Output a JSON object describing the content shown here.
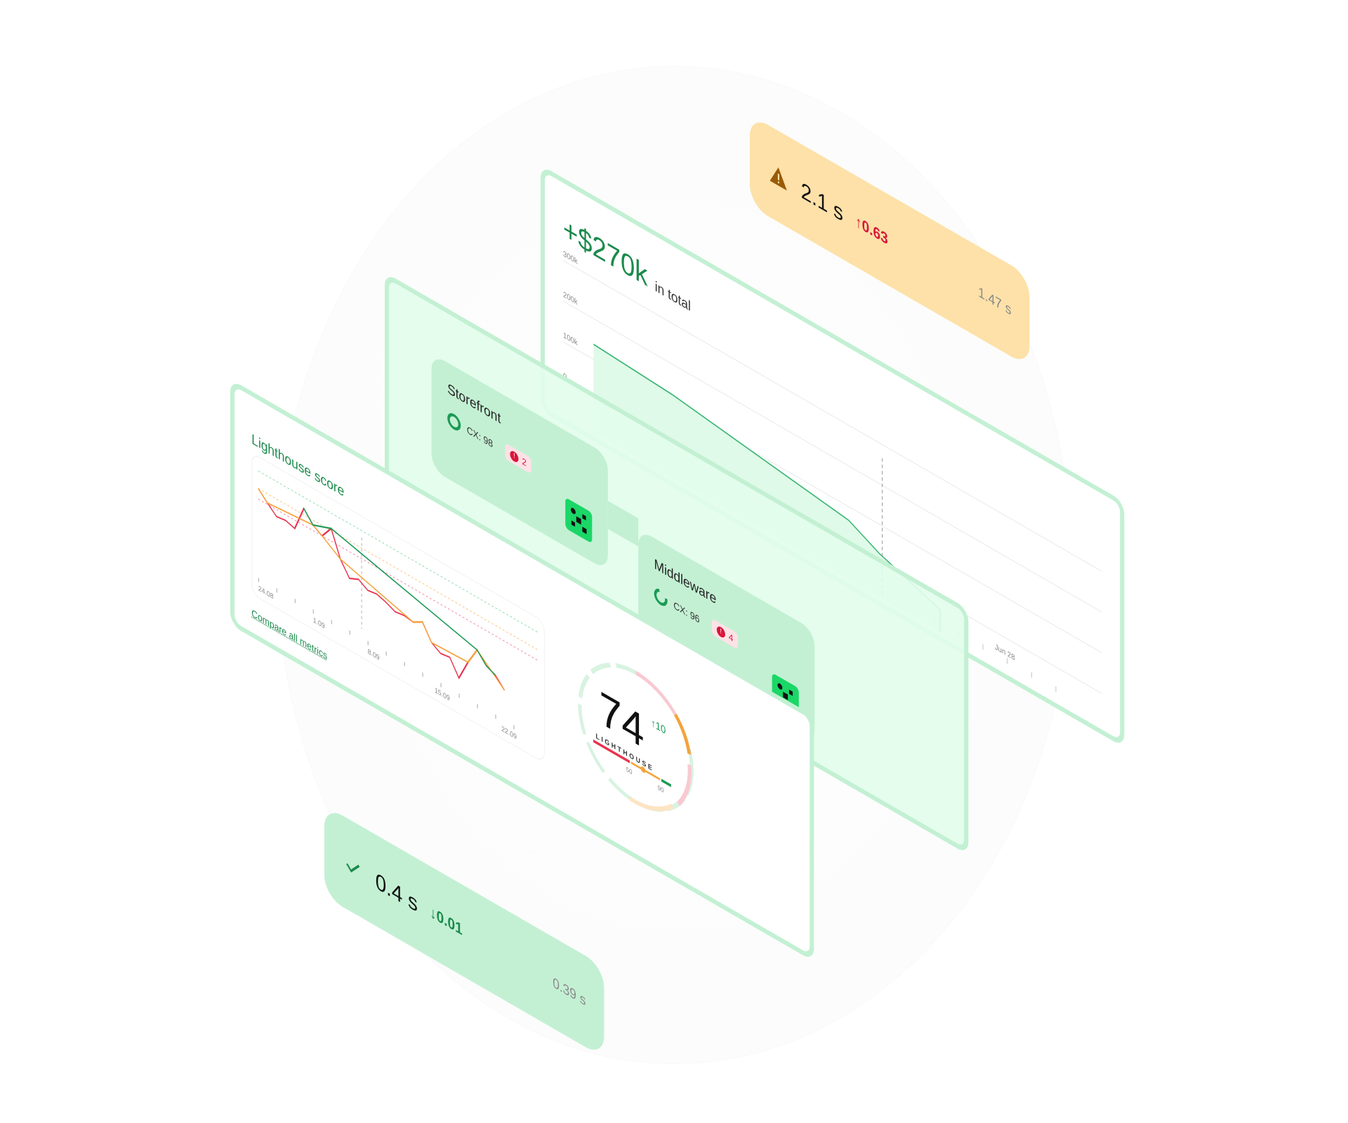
{
  "warning_metric": {
    "icon": "warning-triangle-icon",
    "value": "2.1 s",
    "change": "↑0.63",
    "baseline": "1.47 s",
    "colors": {
      "bg": "#fde1a8",
      "change": "#d8173b",
      "icon": "#9a5a05"
    }
  },
  "revenue_panel": {
    "headline": "+$270k",
    "headline_suffix": "in total",
    "y_ticks": [
      "300k",
      "200k",
      "100k",
      "0"
    ],
    "x_label": "Jun 28"
  },
  "services": [
    {
      "name": "Storefront",
      "cx_label": "CX: 98",
      "issues": "2",
      "icon": "grid-logo-icon"
    },
    {
      "name": "Middleware",
      "cx_label": "CX: 96",
      "issues": "4",
      "icon": "grid-logo-icon"
    }
  ],
  "lighthouse_panel": {
    "title": "Lighthouse score",
    "x_labels": [
      "24.08",
      "1.09",
      "8.09",
      "15.09",
      "22.09"
    ],
    "link": "Compare all metrics"
  },
  "lighthouse_gauge": {
    "score": "74",
    "delta": "↑10",
    "label": "LIGHTHOUSE",
    "threshold_low": "50",
    "threshold_high": "90"
  },
  "success_metric": {
    "icon": "checkmark-icon",
    "value": "0.4 s",
    "change": "↓0.01",
    "baseline": "0.39 s",
    "colors": {
      "bg": "#c3f0d3",
      "change": "#1a8a4c"
    }
  },
  "colors": {
    "panel_border": "#c3f0d3",
    "accent_green": "#1a8a4c",
    "panel_fill": "#e2fdeb",
    "logo_green": "#1ad767"
  }
}
